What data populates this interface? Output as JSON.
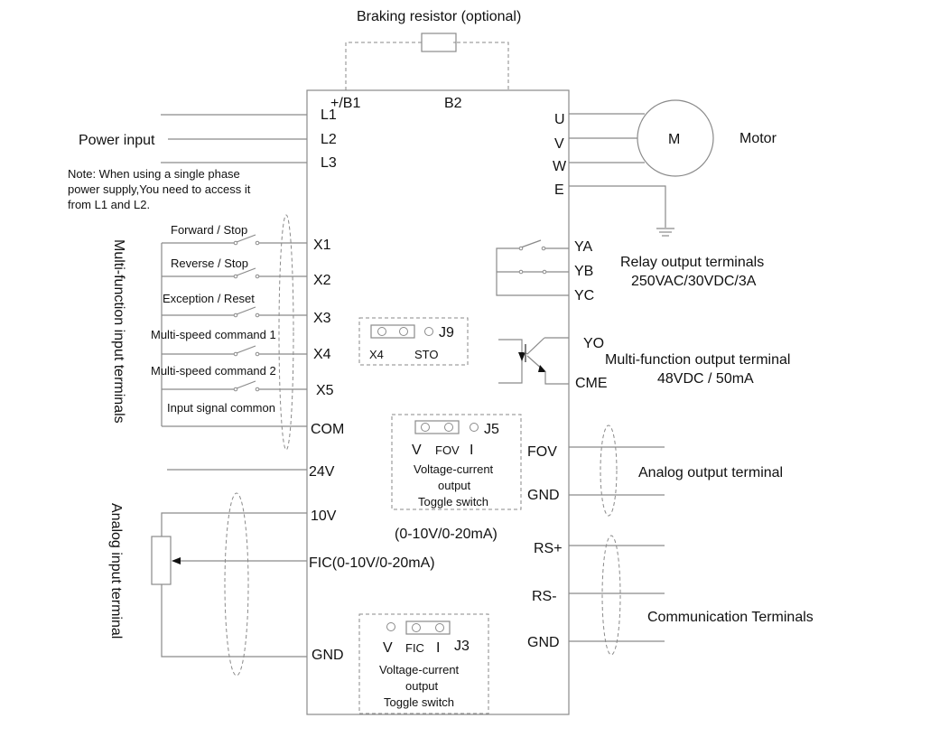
{
  "braking_resistor": {
    "label": "Braking resistor (optional)",
    "terminals": [
      "+/B1",
      "B2"
    ]
  },
  "power_input": {
    "label": "Power input",
    "terminals": [
      "L1",
      "L2",
      "L3"
    ],
    "note_lines": [
      "Note: When using a single phase",
      "power supply,You need to access it",
      "from L1 and L2."
    ]
  },
  "motor": {
    "symbol": "M",
    "label": "Motor",
    "terminals": [
      "U",
      "V",
      "W",
      "E"
    ]
  },
  "multi_function_inputs": {
    "group_label": "Multi-function input terminals",
    "items": [
      {
        "terminal": "X1",
        "function": "Forward / Stop"
      },
      {
        "terminal": "X2",
        "function": "Reverse / Stop"
      },
      {
        "terminal": "X3",
        "function": "Exception / Reset"
      },
      {
        "terminal": "X4",
        "function": "Multi-speed command 1"
      },
      {
        "terminal": "X5",
        "function": "Multi-speed command 2"
      }
    ],
    "common": {
      "terminal": "COM",
      "function": "Input signal common"
    },
    "supply": "24V"
  },
  "jumper_j9": {
    "name": "J9",
    "labels": [
      "X4",
      "STO"
    ]
  },
  "relay_output": {
    "terminals": [
      "YA",
      "YB",
      "YC"
    ],
    "label_line1": "Relay output terminals",
    "label_line2": "250VAC/30VDC/3A"
  },
  "multi_function_output": {
    "terminals": [
      "YO",
      "CME"
    ],
    "label_line1": "Multi-function output terminal",
    "label_line2": "48VDC / 50mA"
  },
  "jumper_j5": {
    "name": "J5",
    "labels": [
      "V",
      "FOV",
      "I"
    ],
    "desc_lines": [
      "Voltage-current",
      "output",
      "Toggle switch"
    ],
    "range": "(0-10V/0-20mA)"
  },
  "analog_output": {
    "terminals": [
      "FOV",
      "GND"
    ],
    "label": "Analog output terminal"
  },
  "analog_input": {
    "group_label": "Analog input terminal",
    "terminals": [
      "10V",
      "FIC(0-10V/0-20mA)",
      "GND"
    ]
  },
  "communication": {
    "terminals": [
      "RS+",
      "RS-",
      "GND"
    ],
    "label": "Communication Terminals"
  },
  "jumper_j3": {
    "name": "J3",
    "labels": [
      "V",
      "FIC",
      "I"
    ],
    "desc_lines": [
      "Voltage-current",
      "output",
      "Toggle switch"
    ]
  }
}
